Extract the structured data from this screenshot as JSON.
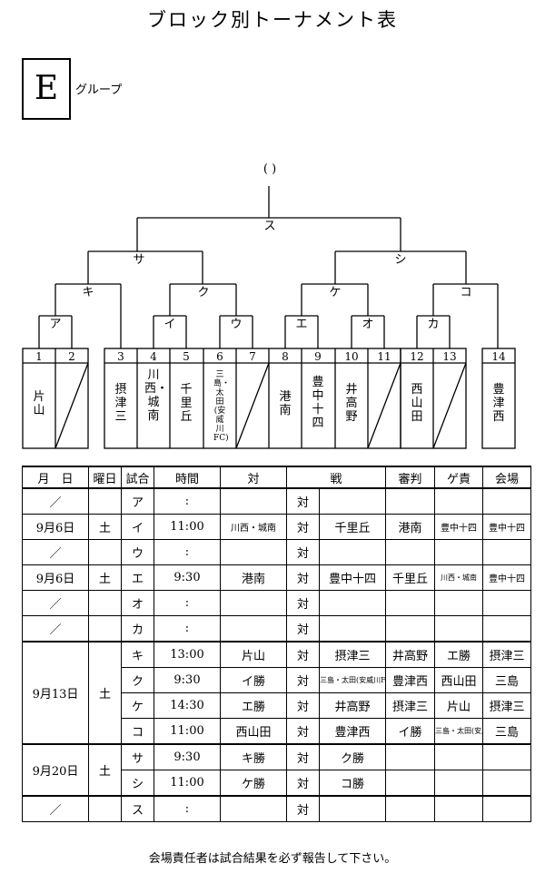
{
  "title": "ブロック別トーナメント表",
  "group": {
    "letter": "E",
    "label": "グループ"
  },
  "bracket": {
    "final_paren": "(                )",
    "nodes": {
      "a": "ア",
      "i": "イ",
      "u": "ウ",
      "e": "エ",
      "o": "オ",
      "ka": "カ",
      "ki": "キ",
      "ku": "ク",
      "ke": "ケ",
      "ko": "コ",
      "sa": "サ",
      "shi": "シ",
      "su": "ス"
    },
    "slots": [
      "1",
      "2",
      "3",
      "4",
      "5",
      "6",
      "7",
      "8",
      "9",
      "10",
      "11",
      "12",
      "13",
      "14"
    ],
    "teams": {
      "1": "片山",
      "3": "摂津三",
      "4": "川西・城南",
      "5": "千里丘",
      "6": "三島・太田(安威川FC)",
      "8": "港南",
      "9": "豊中十四",
      "10": "井高野",
      "12": "西山田",
      "14": "豊津西"
    }
  },
  "schedule": {
    "headers": [
      "月　日",
      "曜日",
      "試合",
      "時間",
      "対",
      "戦",
      "審判",
      "ゲ責",
      "会場"
    ],
    "vs": "対",
    "rows": [
      {
        "date": "／",
        "day": "",
        "match": "ア",
        "time": ":",
        "team1": "",
        "team2": "",
        "ref": "",
        "game": "",
        "venue": ""
      },
      {
        "date": "9月6日",
        "day": "土",
        "match": "イ",
        "time": "11:00",
        "team1": "川西・城南",
        "team2": "千里丘",
        "ref": "港南",
        "game": "豊中十四",
        "venue": "豊中十四"
      },
      {
        "date": "／",
        "day": "",
        "match": "ウ",
        "time": ":",
        "team1": "",
        "team2": "",
        "ref": "",
        "game": "",
        "venue": ""
      },
      {
        "date": "9月6日",
        "day": "土",
        "match": "エ",
        "time": "9:30",
        "team1": "港南",
        "team2": "豊中十四",
        "ref": "千里丘",
        "game": "川西・城南",
        "venue": "豊中十四"
      },
      {
        "date": "／",
        "day": "",
        "match": "オ",
        "time": ":",
        "team1": "",
        "team2": "",
        "ref": "",
        "game": "",
        "venue": ""
      },
      {
        "date": "／",
        "day": "",
        "match": "カ",
        "time": ":",
        "team1": "",
        "team2": "",
        "ref": "",
        "game": "",
        "venue": ""
      },
      {
        "date": "9月13日",
        "day": "土",
        "match": "キ",
        "time": "13:00",
        "team1": "片山",
        "team2": "摂津三",
        "ref": "井高野",
        "game": "エ勝",
        "venue": "摂津三"
      },
      {
        "date": "",
        "day": "",
        "match": "ク",
        "time": "9:30",
        "team1": "イ勝",
        "team2": "三島・太田(安威川FC)",
        "ref": "豊津西",
        "game": "西山田",
        "venue": "三島"
      },
      {
        "date": "",
        "day": "",
        "match": "ケ",
        "time": "14:30",
        "team1": "エ勝",
        "team2": "井高野",
        "ref": "摂津三",
        "game": "片山",
        "venue": "摂津三"
      },
      {
        "date": "",
        "day": "",
        "match": "コ",
        "time": "11:00",
        "team1": "西山田",
        "team2": "豊津西",
        "ref": "イ勝",
        "game": "三島・太田(安威川FC)",
        "venue": "三島"
      },
      {
        "date": "9月20日",
        "day": "土",
        "match": "サ",
        "time": "9:30",
        "team1": "キ勝",
        "team2": "ク勝",
        "ref": "",
        "game": "",
        "venue": ""
      },
      {
        "date": "",
        "day": "",
        "match": "シ",
        "time": "11:00",
        "team1": "ケ勝",
        "team2": "コ勝",
        "ref": "",
        "game": "",
        "venue": ""
      },
      {
        "date": "／",
        "day": "",
        "match": "ス",
        "time": ":",
        "team1": "",
        "team2": "",
        "ref": "",
        "game": "",
        "venue": ""
      }
    ]
  },
  "footer": "会場責任者は試合結果を必ず報告して下さい。"
}
